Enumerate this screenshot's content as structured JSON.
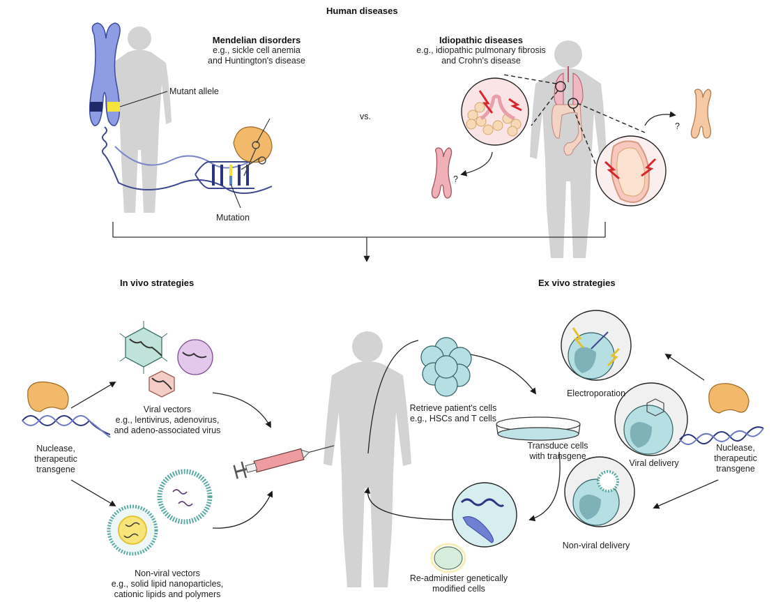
{
  "title": "Human diseases",
  "vs_label": "vs.",
  "mendelian": {
    "heading": "Mendelian disorders",
    "line1": "e.g., sickle cell anemia",
    "line2": "and Huntington's disease",
    "mutant_allele": "Mutant allele",
    "mutation": "Mutation"
  },
  "idiopathic": {
    "heading": "Idiopathic diseases",
    "line1": "e.g., idiopathic pulmonary fibrosis",
    "line2": "and Crohn's disease",
    "question_mark": "?"
  },
  "in_vivo": {
    "heading": "In vivo strategies",
    "nuclease": [
      "Nuclease,",
      "therapeutic",
      "transgene"
    ],
    "viral": [
      "Viral vectors",
      "e.g., lentivirus, adenovirus,",
      "and adeno-associated virus"
    ],
    "nonviral": [
      "Non-viral vectors",
      "e.g., solid lipid nanoparticles,",
      "cationic lipids and polymers"
    ]
  },
  "ex_vivo": {
    "heading": "Ex vivo strategies",
    "retrieve": [
      "Retrieve patient's cells",
      "e.g., HSCs and T cells"
    ],
    "transduce": [
      "Transduce cells",
      "with transgene"
    ],
    "readminister": [
      "Re-administer genetically",
      "modified cells"
    ],
    "electroporation": "Electroporation",
    "viral_delivery": "Viral delivery",
    "nonviral_delivery": "Non-viral delivery",
    "nuclease": [
      "Nuclease,",
      "therapeutic",
      "transgene"
    ]
  },
  "colors": {
    "silhouette": "#cfcfcf",
    "chromosome_blue": "#8c9be0",
    "mutant_yellow": "#f2e437",
    "nuclease_orange": "#f3b96a",
    "cell_blue": "#a9d9df",
    "inflammation_red": "#d8272a",
    "syringe_pink": "#e88a8f"
  }
}
